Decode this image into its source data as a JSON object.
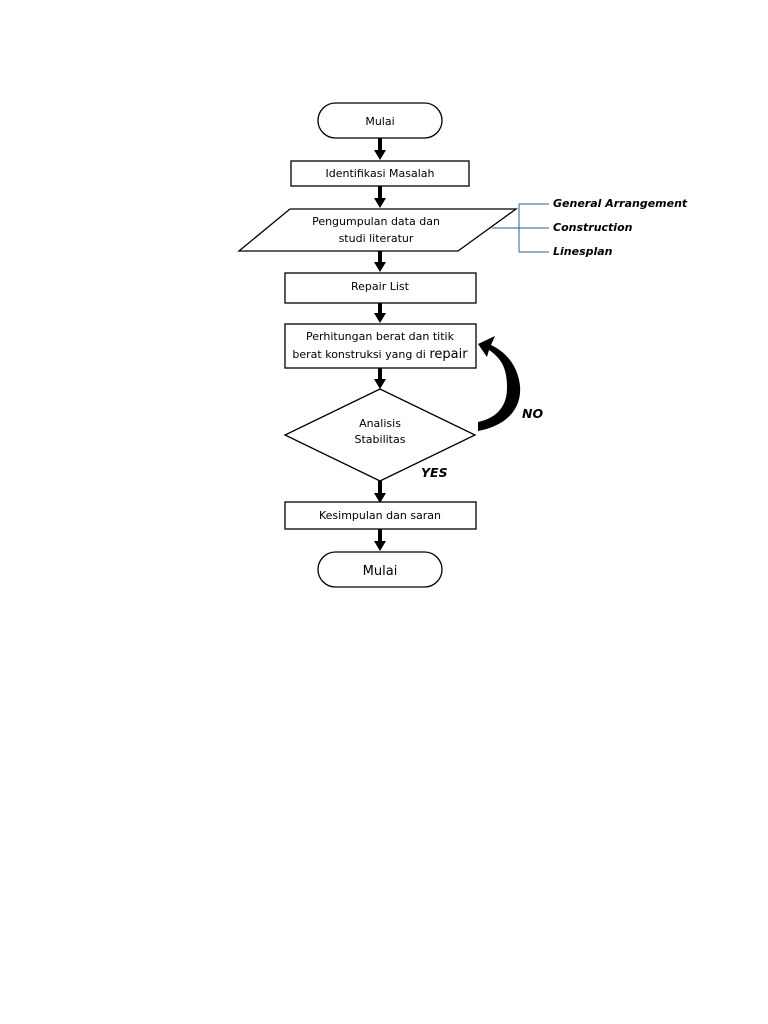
{
  "nodes": {
    "start": {
      "label": "Mulai"
    },
    "identify": {
      "label": "Identifikasi Masalah"
    },
    "collect": {
      "line1": "Pengumpulan data dan",
      "line2": "studi literatur"
    },
    "repair_list": {
      "label": "Repair List"
    },
    "calc": {
      "line1": "Perhitungan berat dan titik",
      "line2": "berat konstruksi yang di",
      "line2_emph": "repair"
    },
    "analysis": {
      "line1": "Analisis",
      "line2": "Stabilitas"
    },
    "conclusion": {
      "label": "Kesimpulan dan saran"
    },
    "end": {
      "label": "Mulai"
    }
  },
  "data_sources": [
    "General Arrangement",
    "Construction",
    "Linesplan"
  ],
  "branches": {
    "no": "NO",
    "yes": "YES"
  },
  "colors": {
    "stroke": "#000000",
    "bracket": "#2e5c9e",
    "fill": "#ffffff"
  }
}
